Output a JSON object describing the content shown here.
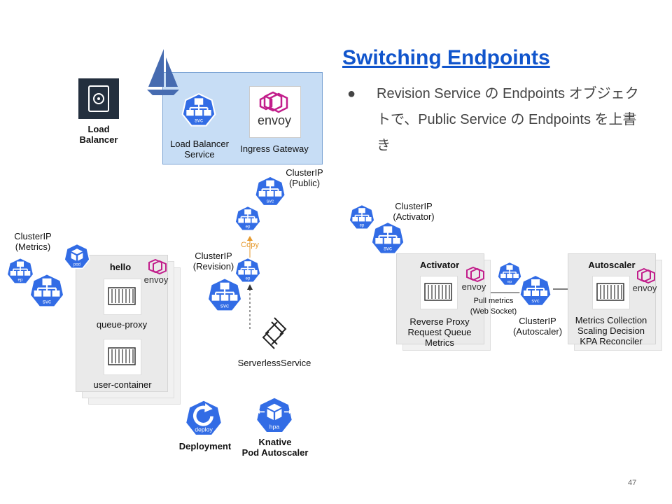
{
  "slide": {
    "title": "Switching Endpoints",
    "bullet": "Revision Service の Endpoints オブジェクトで、Public Service の Endpoints を上書き",
    "page_number": "47"
  },
  "load_balancer": {
    "line1": "Load",
    "line2": "Balancer"
  },
  "gateway": {
    "lb_service": "Load Balancer Service",
    "ingress": "Ingress Gateway"
  },
  "clusterip_public": {
    "line1": "ClusterIP",
    "line2": "(Public)"
  },
  "clusterip_revision": {
    "line1": "ClusterIP",
    "line2": "(Revision)"
  },
  "clusterip_metrics": {
    "line1": "ClusterIP",
    "line2": "(Metrics)"
  },
  "clusterip_activator": {
    "line1": "ClusterIP",
    "line2": "(Activator)"
  },
  "clusterip_autoscaler": {
    "line1": "ClusterIP",
    "line2": "(Autoscaler)"
  },
  "copy_label": "Copy",
  "hello": {
    "title": "hello",
    "queue_proxy": "queue-proxy",
    "user_container": "user-container"
  },
  "serverless_service": "ServerlessService",
  "deployment": "Deployment",
  "kpa": {
    "line1": "Knative",
    "line2": "Pod Autoscaler"
  },
  "activator": {
    "title": "Activator",
    "line1": "Reverse Proxy",
    "line2": "Request Queue",
    "line3": "Metrics"
  },
  "pull_metrics": {
    "line1": "Pull metrics",
    "line2": "(Web Socket)"
  },
  "autoscaler": {
    "title": "Autoscaler",
    "line1": "Metrics Collection",
    "line2": "Scaling Decision",
    "line3": "KPA Reconciler"
  },
  "icon_text": {
    "svc": "svc",
    "ep": "ep",
    "pod": "pod",
    "deploy": "deploy",
    "hpa": "hpa",
    "envoy": "envoy"
  },
  "colors": {
    "k8s_blue": "#326ce5",
    "envoy_pink": "#c21e8b",
    "title_blue": "#1155cc",
    "copy_orange": "#e69a2e"
  }
}
